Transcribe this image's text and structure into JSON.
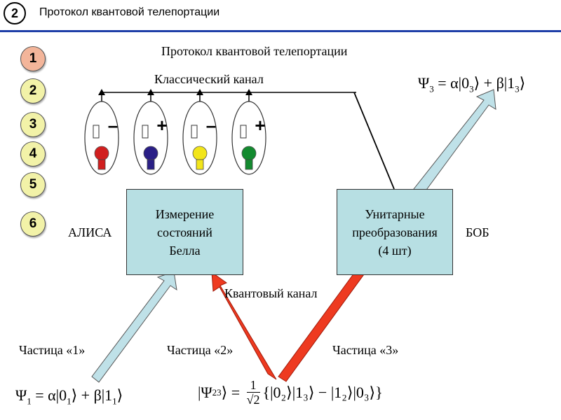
{
  "header": {
    "slide_number": "2",
    "title": "Протокол квантовой телепортации"
  },
  "steps": [
    "1",
    "2",
    "3",
    "4",
    "5",
    "6"
  ],
  "step_colors": [
    "#f3b59a",
    "#f2f2a8",
    "#f2f2a8",
    "#f2f2a8",
    "#f2f2a8",
    "#f2f2a8"
  ],
  "diagram": {
    "title": "Протокол квантовой телепортации",
    "classical_channel": "Классический канал",
    "quantum_channel": "Квантовый канал",
    "alice": "АЛИСА",
    "bob": "БОБ",
    "bell_box": [
      "Измерение",
      "состояний",
      "Белла"
    ],
    "unitary_box": [
      "Унитарные",
      "преобразования",
      "(4 шт)"
    ],
    "particle_1": "Частица «1»",
    "particle_2": "Частица «2»",
    "particle_3": "Частица «3»",
    "bulbs": [
      {
        "sign": "–",
        "color": "#d11f1f",
        "name": "red"
      },
      {
        "sign": "+",
        "color": "#2a1f86",
        "name": "blue"
      },
      {
        "sign": "–",
        "color": "#f2e51a",
        "name": "yellow"
      },
      {
        "sign": "+",
        "color": "#138a2f",
        "name": "green"
      }
    ],
    "psi3": {
      "psi": "Ψ",
      "sub": "3",
      "rest1": " = α|0",
      "sub0": "3",
      "rest2": "⟩ + β|1",
      "sub1": "3",
      "end": "⟩"
    },
    "psi1": {
      "psi": "Ψ",
      "sub": "1",
      "rest1": " = α|0",
      "sub0": "1",
      "rest2": "⟩ + β|1",
      "sub1": "1",
      "end": "⟩"
    },
    "psi23": {
      "open": "|Ψ",
      "sub": "23",
      "eq": "⟩ = ",
      "num": "1",
      "den": "√2",
      "body": "{|0₂⟩|1₃⟩ − |1₂⟩|0₃⟩}"
    }
  }
}
